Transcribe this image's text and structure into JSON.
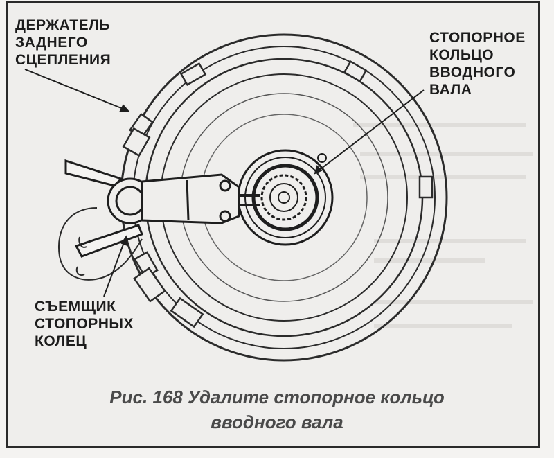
{
  "figure": {
    "labels": {
      "clutch_holder": [
        "ДЕРЖАТЕЛЬ",
        "ЗАДНЕГО",
        "СЦЕПЛЕНИЯ"
      ],
      "retaining_ring": [
        "СТОПОРНОЕ",
        "КОЛЬЦО",
        "ВВОДНОГО",
        "ВАЛА"
      ],
      "ring_puller": [
        "СЪЕМЩИК",
        "СТОПОРНЫХ",
        "КОЛЕЦ"
      ]
    },
    "caption": [
      "Рис. 168 Удалите стопорное кольцо",
      "вводного вала"
    ]
  }
}
